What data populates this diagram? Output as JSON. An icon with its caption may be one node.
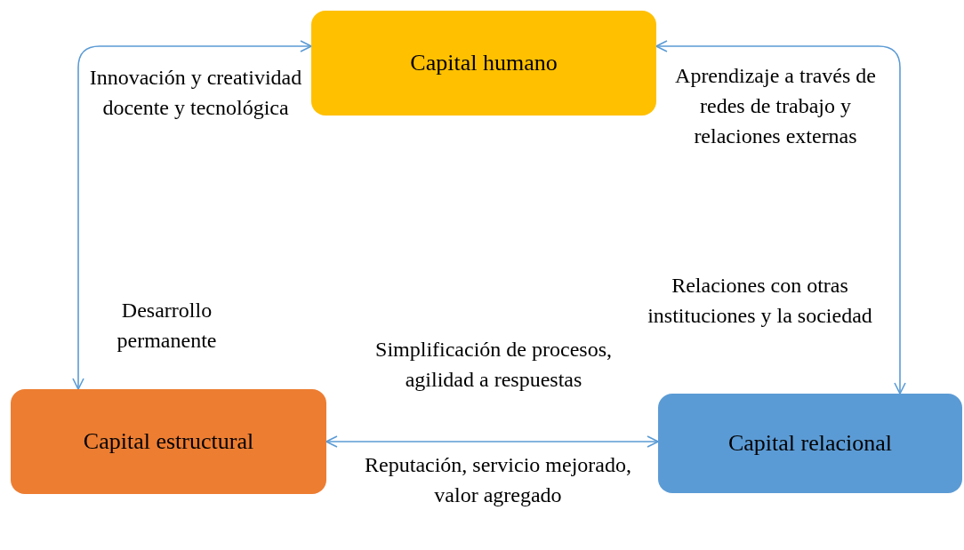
{
  "diagram": {
    "nodes": [
      {
        "text": [
          "Capital humano"
        ]
      },
      {
        "text": [
          "Capital estructural"
        ]
      },
      {
        "text": [
          "Capital relacional"
        ]
      }
    ],
    "edges": [
      {
        "from": 0,
        "to": 1,
        "arrow": "both",
        "label": "Innovación y creatividad docente y tecnológica"
      },
      {
        "from": 0,
        "to": 2,
        "arrow": "both",
        "label": "Aprendizaje a través de redes de trabajo y relaciones externas"
      },
      {
        "from": 1,
        "to": 2,
        "arrow": "both",
        "label": "Simplificación de procesos, agilidad a respuestas"
      }
    ],
    "labels": [
      "Desarrollo permanente",
      "Relaciones con otras instituciones y la sociedad",
      "Reputación, servicio mejorado, valor agregado"
    ]
  }
}
